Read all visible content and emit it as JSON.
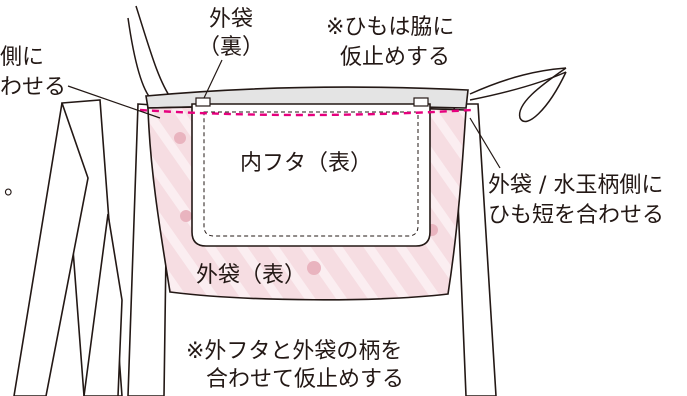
{
  "labels": {
    "left_line1": "側に",
    "left_line2": "わせる",
    "left_dot": "。",
    "outer_back_line1": "外袋",
    "outer_back_line2": "（裏）",
    "strap_note_line1": "※ひもは脇に",
    "strap_note_line2": "仮止めする",
    "inner_flap": "内フタ（表）",
    "outer_front": "外袋（表）",
    "right_note_line1": "外袋 / 水玉柄側に",
    "right_note_line2": "ひも短を合わせる",
    "bottom_note_line1": "※外フタと外袋の柄を",
    "bottom_note_line2": "合わせて仮止めする"
  },
  "colors": {
    "line": "#231815",
    "bag_pink": "#f6dde2",
    "dot_pink": "#e9b4bf",
    "stitch_magenta": "#e6007e",
    "back_gray": "#e4e4e4"
  }
}
